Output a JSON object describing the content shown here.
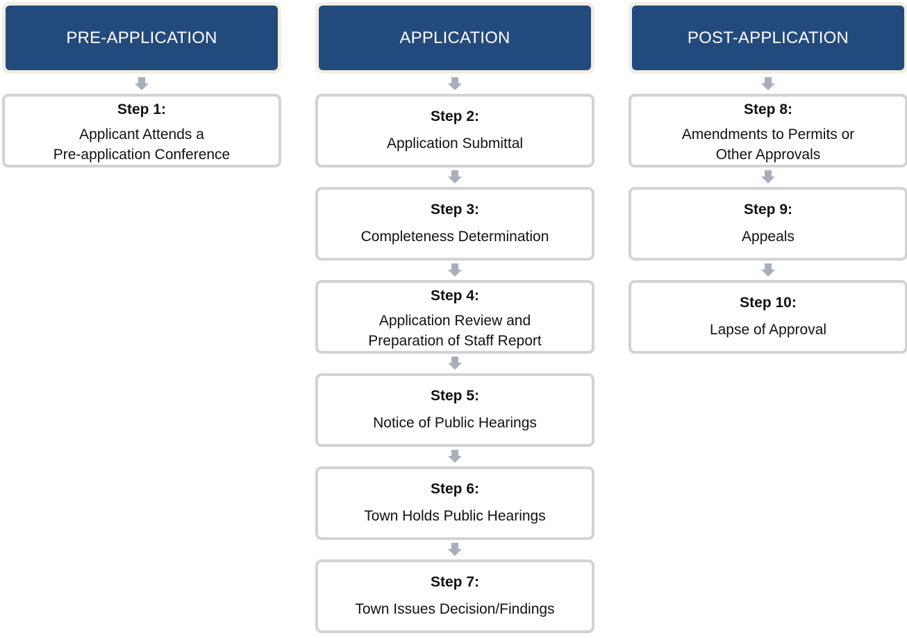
{
  "phases": [
    {
      "title": "PRE-APPLICATION",
      "steps": [
        {
          "number": "Step 1:",
          "description_lines": [
            "Applicant Attends a",
            "Pre-application Conference"
          ]
        }
      ]
    },
    {
      "title": "APPLICATION",
      "steps": [
        {
          "number": "Step 2:",
          "description_lines": [
            "Application Submittal"
          ]
        },
        {
          "number": "Step 3:",
          "description_lines": [
            "Completeness Determination"
          ]
        },
        {
          "number": "Step 4:",
          "description_lines": [
            "Application Review and",
            "Preparation of Staff Report"
          ]
        },
        {
          "number": "Step 5:",
          "description_lines": [
            "Notice of Public Hearings"
          ]
        },
        {
          "number": "Step 6:",
          "description_lines": [
            "Town Holds Public Hearings"
          ]
        },
        {
          "number": "Step 7:",
          "description_lines": [
            "Town Issues Decision/Findings"
          ]
        }
      ]
    },
    {
      "title": "POST-APPLICATION",
      "steps": [
        {
          "number": "Step 8:",
          "description_lines": [
            "Amendments to Permits or",
            "Other Approvals"
          ]
        },
        {
          "number": "Step 9:",
          "description_lines": [
            "Appeals"
          ]
        },
        {
          "number": "Step 10:",
          "description_lines": [
            "Lapse of Approval"
          ]
        }
      ]
    }
  ],
  "colors": {
    "header_fill": "#234a7c",
    "header_frame": "#f1eee2",
    "step_border": "#d2d3d6",
    "arrow": "#a7afbd"
  },
  "icons": {
    "connector": "down-arrow-icon"
  }
}
